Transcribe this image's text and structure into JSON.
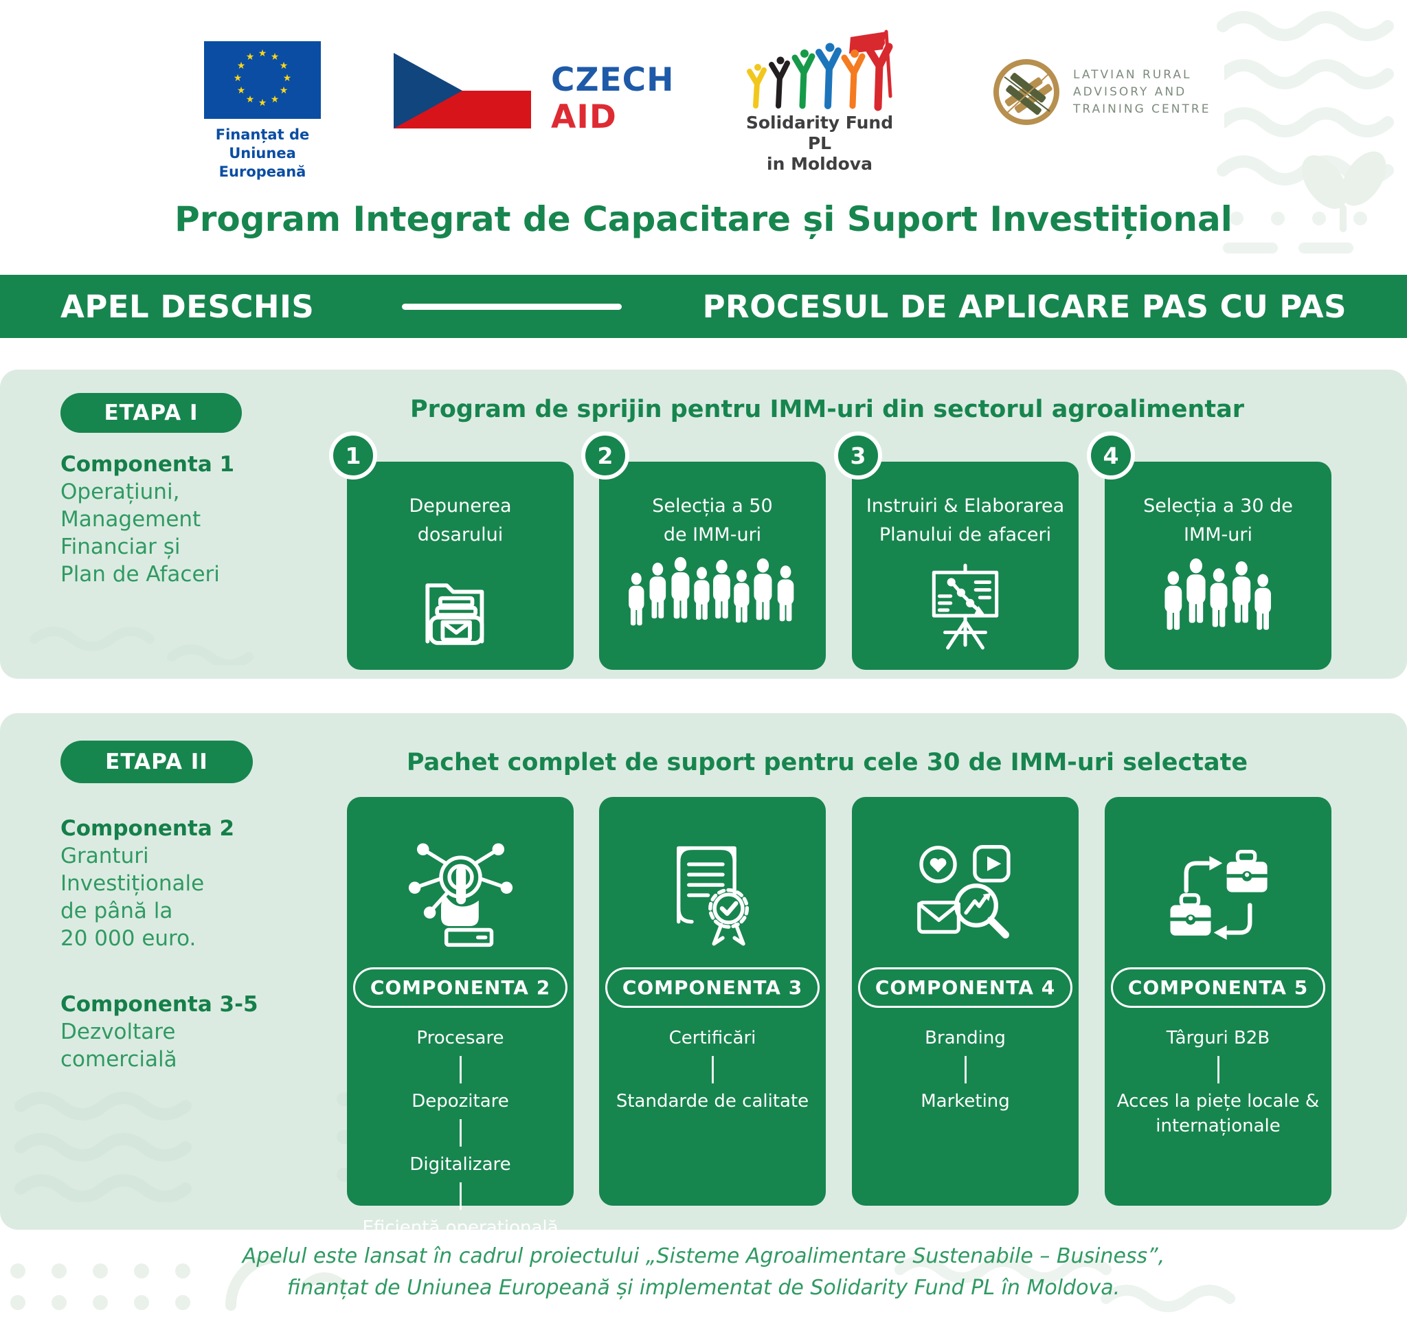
{
  "page": {
    "title": "Program Integrat de Capacitare și Suport Investițional"
  },
  "logos": {
    "eu": {
      "caption": [
        "Finanțat de",
        "Uniunea Europeană"
      ]
    },
    "czech_aid": {
      "line1": "CZECH",
      "line2": "AID"
    },
    "solidarity": {
      "line1": "Solidarity Fund PL",
      "line2": "in Moldova"
    },
    "latvian": {
      "lines": [
        "LATVIAN RURAL",
        "ADVISORY AND",
        "TRAINING CENTRE"
      ]
    }
  },
  "banner": {
    "left": "APEL DESCHIS",
    "right": "PROCESUL DE APLICARE PAS CU PAS"
  },
  "etapa1": {
    "badge": "ETAPA I",
    "heading": "Program de sprijin pentru IMM-uri din sectorul agroalimentar",
    "sidebar": {
      "title": "Componenta 1",
      "lines": [
        "Operațiuni,",
        "Management",
        "Financiar și",
        "Plan de Afaceri"
      ]
    },
    "steps": [
      {
        "number": "1",
        "lines": [
          "Depunerea",
          "dosarului"
        ],
        "icon": "folder-documents-icon"
      },
      {
        "number": "2",
        "lines": [
          "Selecția a 50",
          "de IMM-uri"
        ],
        "icon": "people-crowd-icon"
      },
      {
        "number": "3",
        "lines": [
          "Instruiri & Elaborarea",
          "Planului de afaceri"
        ],
        "icon": "presentation-chart-icon"
      },
      {
        "number": "4",
        "lines": [
          "Selecția a 30 de",
          "IMM-uri"
        ],
        "icon": "people-group-icon"
      }
    ]
  },
  "etapa2": {
    "badge": "ETAPA II",
    "heading": "Pachet complet de suport pentru cele 30 de IMM-uri selectate",
    "sidebar": [
      {
        "title": "Componenta 2",
        "lines": [
          "Granturi",
          "Investiționale",
          "de până la",
          "20 000 euro."
        ]
      },
      {
        "title": "Componenta 3-5",
        "lines": [
          "Dezvoltare",
          "comercială"
        ]
      }
    ],
    "components": [
      {
        "label": "COMPONENTA 2",
        "icon": "digital-network-icon",
        "items": [
          "Procesare",
          "Depozitare",
          "Digitalizare",
          "Eficiență operațională"
        ]
      },
      {
        "label": "COMPONENTA 3",
        "icon": "certificate-icon",
        "items": [
          "Certificări",
          "Standarde de calitate"
        ]
      },
      {
        "label": "COMPONENTA 4",
        "icon": "marketing-icon",
        "items": [
          "Branding",
          "Marketing"
        ]
      },
      {
        "label": "COMPONENTA 5",
        "icon": "briefcase-exchange-icon",
        "items": [
          "Târguri B2B",
          "Acces la piețe locale & internaționale"
        ]
      }
    ]
  },
  "footer": {
    "line1": "Apelul este lansat în cadrul proiectului „Sisteme Agroalimentare Sustenabile – Business”,",
    "line2": "finanțat de Uniunea Europeană și implementat de Solidarity Fund PL în Moldova."
  },
  "colors": {
    "primary_green": "#17854E",
    "section_bg": "#DCEBE2",
    "text_green": "#2F9A62",
    "eu_blue": "#0A4DA3",
    "star_yellow": "#FFD617",
    "czech_blue": "#1E5AA8",
    "czech_red": "#D7141A",
    "aid_red": "#DE2B33",
    "solidarity_text": "#3F3F41",
    "latvian_gold": "#B78F4E",
    "latvian_olive": "#55603A",
    "latvian_text": "#7D8B7D"
  }
}
